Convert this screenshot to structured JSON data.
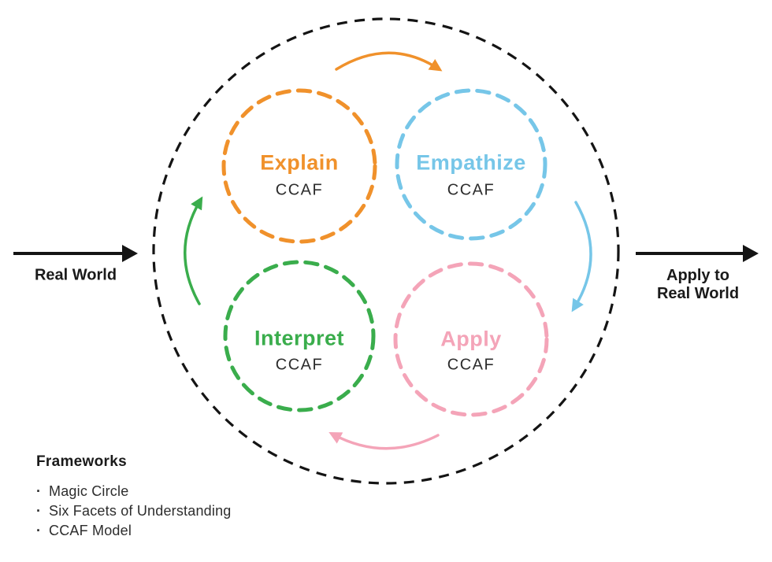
{
  "colors": {
    "outline": "#141414",
    "body_text": "#2d2d2d"
  },
  "cycle": {
    "nodes": [
      {
        "label": "Explain",
        "sublabel": "CCAF",
        "color": "#F0912B"
      },
      {
        "label": "Empathize",
        "sublabel": "CCAF",
        "color": "#76C6E8"
      },
      {
        "label": "Interpret",
        "sublabel": "CCAF",
        "color": "#3AAD4C"
      },
      {
        "label": "Apply",
        "sublabel": "CCAF",
        "color": "#F4A4B8"
      }
    ]
  },
  "left_arrow": {
    "label": "Real World"
  },
  "right_arrow": {
    "label_line1": "Apply to",
    "label_line2": "Real World"
  },
  "frameworks": {
    "heading": "Frameworks",
    "items": [
      "Magic Circle",
      "Six Facets of Understanding",
      "CCAF Model"
    ]
  }
}
